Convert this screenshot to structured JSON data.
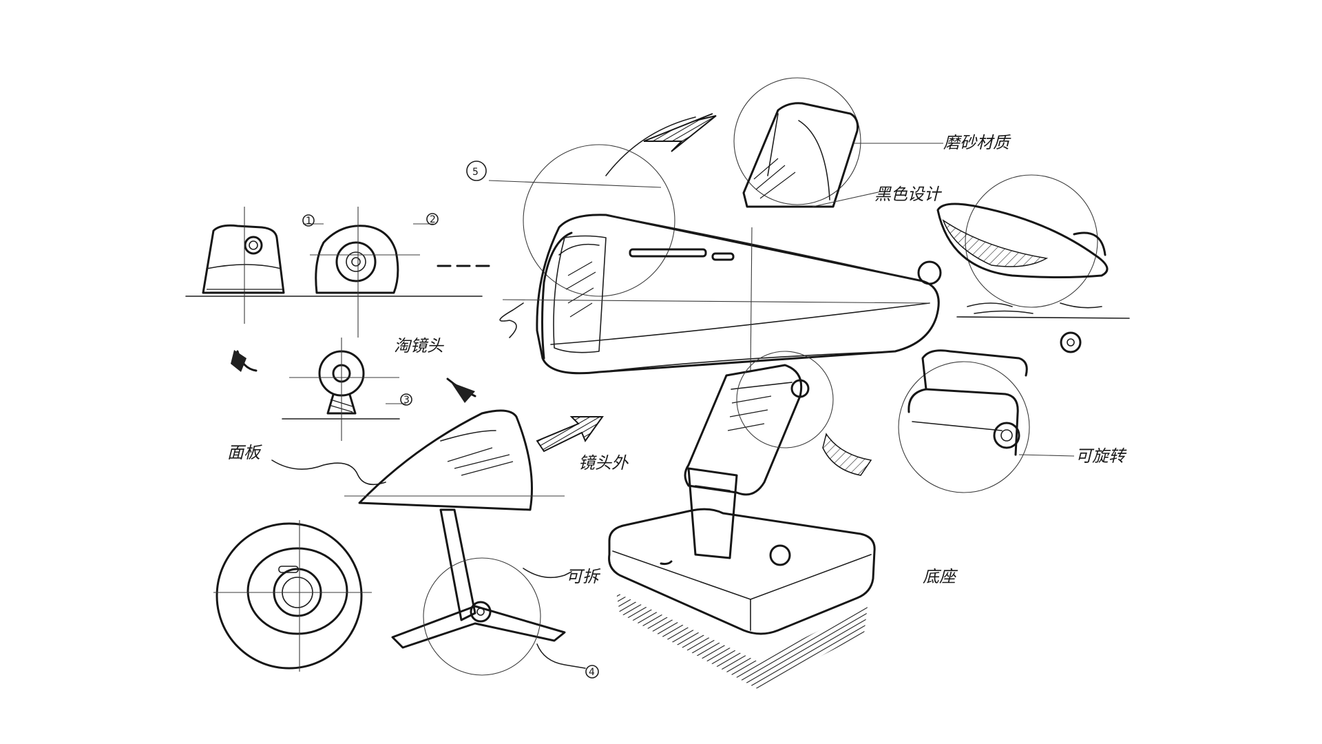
{
  "labels": {
    "bottom_lens": "淘镜头",
    "frosted_material": "磨砂材质",
    "black_design": "黑色设计",
    "rotating_shaft": "可旋转",
    "base": "底座",
    "detachable": "可拆",
    "lens_housing": "镜头外",
    "panel": "面板"
  },
  "markers": {
    "m1": "1",
    "m2": "2",
    "m3": "3",
    "m4": "4",
    "m5": "5"
  },
  "colors": {
    "ink": "#161616",
    "paper": "#ffffff"
  }
}
